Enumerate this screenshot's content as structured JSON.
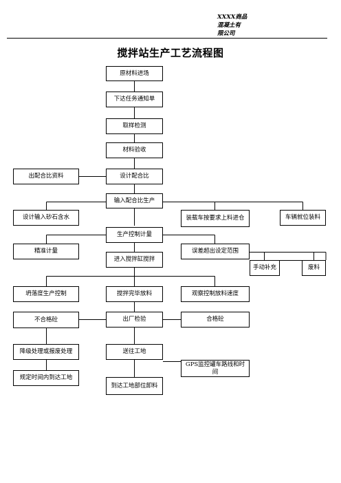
{
  "header": {
    "company_line1": "XXXX商品",
    "company_line2": "混凝土有",
    "company_line3": "限公司"
  },
  "title": "搅拌站生产工艺流程图",
  "nodes": {
    "raw_material": "原材料进场",
    "task_notice": "下达任务通知单",
    "sampling": "取样检测",
    "acceptance": "材料验收",
    "mix_data": "出配合比资料",
    "design_mix": "设计配合比",
    "input_mix": "输入配合比生产",
    "sand_moisture": "设计输入砂石含水",
    "truck_loading": "装载车按要求上料进仓",
    "vehicle_loading": "车辆就位装料",
    "production_metering": "生产控制计量",
    "precise_metering": "精准计量",
    "enter_mixer": "进入搅拌缸搅拌",
    "error_range": "误差超出设定范围",
    "manual_supplement": "手动补充",
    "scrap": "废料",
    "slump_control": "坍落度生产控制",
    "mix_discharge": "搅拌完毕放料",
    "observe_speed": "观察控制放料速度",
    "unqualified": "不合格砼",
    "factory_inspection": "出厂检验",
    "qualified": "合格砼",
    "downgrade": "降级处理或报废处理",
    "deliver": "送往工地",
    "gps_monitor": "GPS监控罐车路线和时间",
    "arrive_on_time": "规定时间内到达工地",
    "arrive_unload": "到达工地部位卸料"
  }
}
